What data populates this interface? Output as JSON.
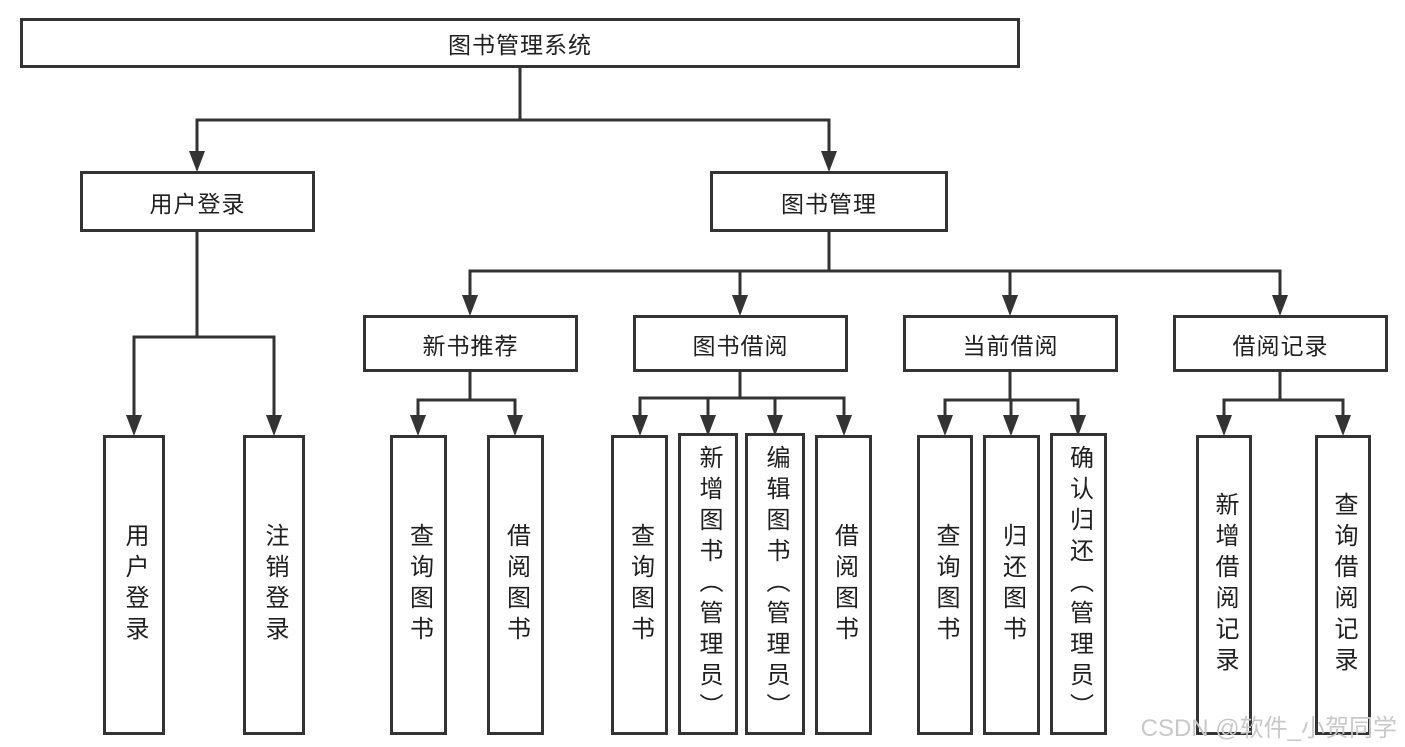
{
  "diagram": {
    "root": {
      "label": "图书管理系统"
    },
    "level2": [
      {
        "label": "用户登录"
      },
      {
        "label": "图书管理"
      }
    ],
    "level3": [
      {
        "label": "新书推荐",
        "parent": "图书管理"
      },
      {
        "label": "图书借阅",
        "parent": "图书管理"
      },
      {
        "label": "当前借阅",
        "parent": "图书管理"
      },
      {
        "label": "借阅记录",
        "parent": "图书管理"
      }
    ],
    "leaves": [
      {
        "label": "用户登录",
        "parent": "用户登录"
      },
      {
        "label": "注销登录",
        "parent": "用户登录"
      },
      {
        "label": "查询图书",
        "parent": "新书推荐"
      },
      {
        "label": "借阅图书",
        "parent": "新书推荐"
      },
      {
        "label": "查询图书",
        "parent": "图书借阅"
      },
      {
        "label": "新增图书（管理员）",
        "parent": "图书借阅"
      },
      {
        "label": "编辑图书（管理员）",
        "parent": "图书借阅"
      },
      {
        "label": "借阅图书",
        "parent": "图书借阅"
      },
      {
        "label": "查询图书",
        "parent": "当前借阅"
      },
      {
        "label": "归还图书",
        "parent": "当前借阅"
      },
      {
        "label": "确认归还（管理员）",
        "parent": "当前借阅"
      },
      {
        "label": "新增借阅记录",
        "parent": "借阅记录"
      },
      {
        "label": "查询借阅记录",
        "parent": "借阅记录"
      }
    ]
  },
  "watermark": {
    "text": "CSDN @软件_小贺同学"
  },
  "colors": {
    "line": "#333333",
    "text": "#1f1f1f",
    "background": "#ffffff",
    "watermark": "#c8c8c8"
  }
}
